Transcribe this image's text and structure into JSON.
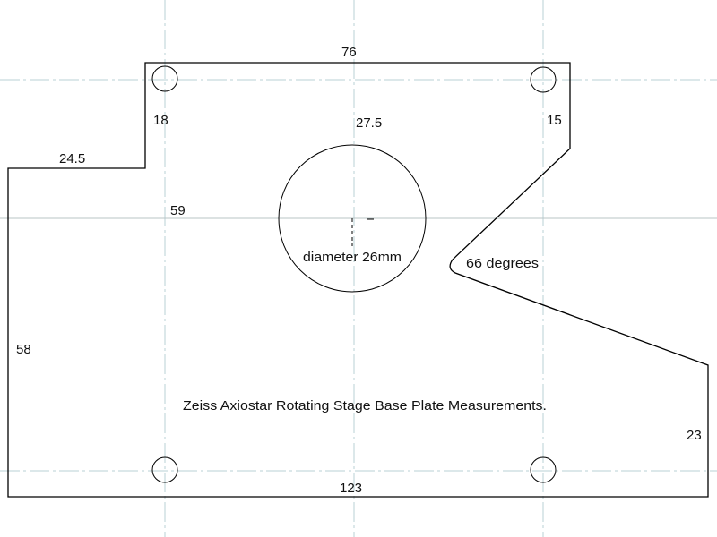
{
  "title": "Zeiss Axiostar Rotating Stage Base Plate Measurements.",
  "dimensions": {
    "top_width": "76",
    "left_hole_offset": "18",
    "center_offset": "27.5",
    "right_hole_offset": "15",
    "left_step": "24.5",
    "center_height": "59",
    "left_height": "58",
    "right_height": "23",
    "bottom_width": "123"
  },
  "annotations": {
    "circle_diameter": "diameter 26mm",
    "angle": "66 degrees"
  },
  "colors": {
    "outline": "#000000",
    "centerline": "#b9d0d4"
  }
}
